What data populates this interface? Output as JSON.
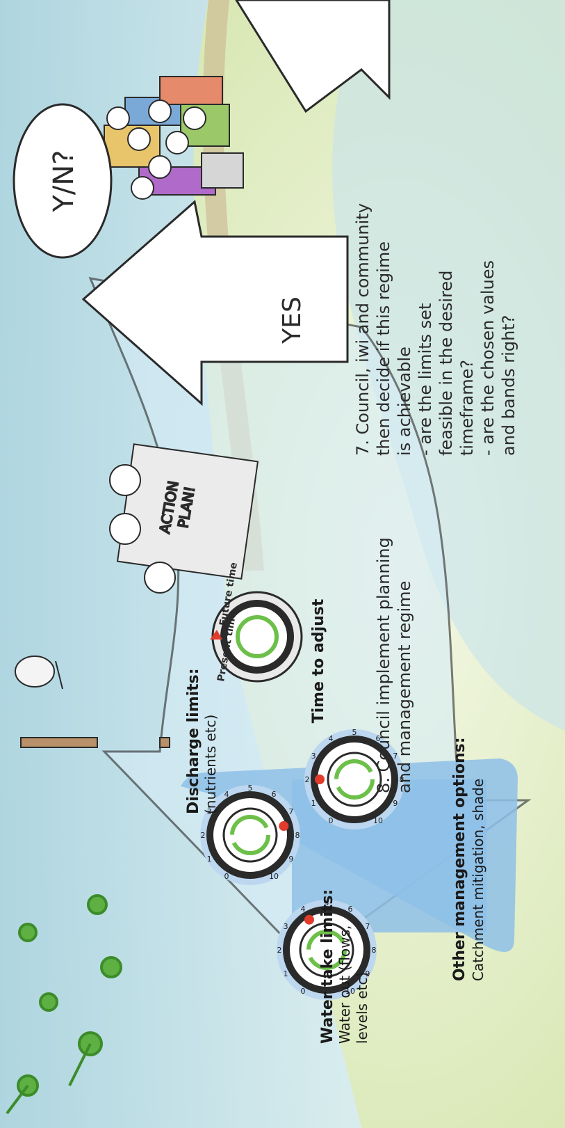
{
  "step7": {
    "lines": [
      "7. Council, iwi and community",
      "then decide if this regime",
      "is achievable",
      "- are the limits set",
      "feasible in the desired",
      "timeframe?",
      "- are the chosen values",
      "and bands right?"
    ]
  },
  "step8": {
    "lines": [
      "8. Council implement planning",
      "and management regime"
    ]
  },
  "yes_label": "YES",
  "speech_bubble": "Y/N?",
  "action_plan": [
    "ACTION",
    "PLAN!"
  ],
  "time_to_adjust": {
    "title": "Time to adjust",
    "future": "Future time",
    "present": "Present time"
  },
  "discharge": {
    "title": "Discharge limits:",
    "detail": "(nutrients etc)"
  },
  "water_take": {
    "title": "Water take limits:",
    "detail_lines": [
      "Water out (flows,",
      "levels etc)"
    ]
  },
  "other_mgmt": {
    "title": "Other management options:",
    "detail": "Catchment mitigation, shade"
  },
  "dial_numbers": [
    "0",
    "1",
    "2",
    "3",
    "4",
    "5",
    "6",
    "7",
    "8",
    "9",
    "10"
  ],
  "dials": [
    {
      "name": "discharge-dial",
      "setting": 7.5
    },
    {
      "name": "water-take-dial",
      "setting": 4
    },
    {
      "name": "other-dial",
      "setting": 2
    }
  ],
  "colors": {
    "river": "#bfe0ee",
    "grass": "#d9e8b4",
    "panel": "#8ec0e8",
    "arrow_fill": "#ffffff",
    "dial_ring": "#2a2a2a",
    "dial_arrow": "#6cc04a",
    "pointer": "#e03b2b"
  }
}
